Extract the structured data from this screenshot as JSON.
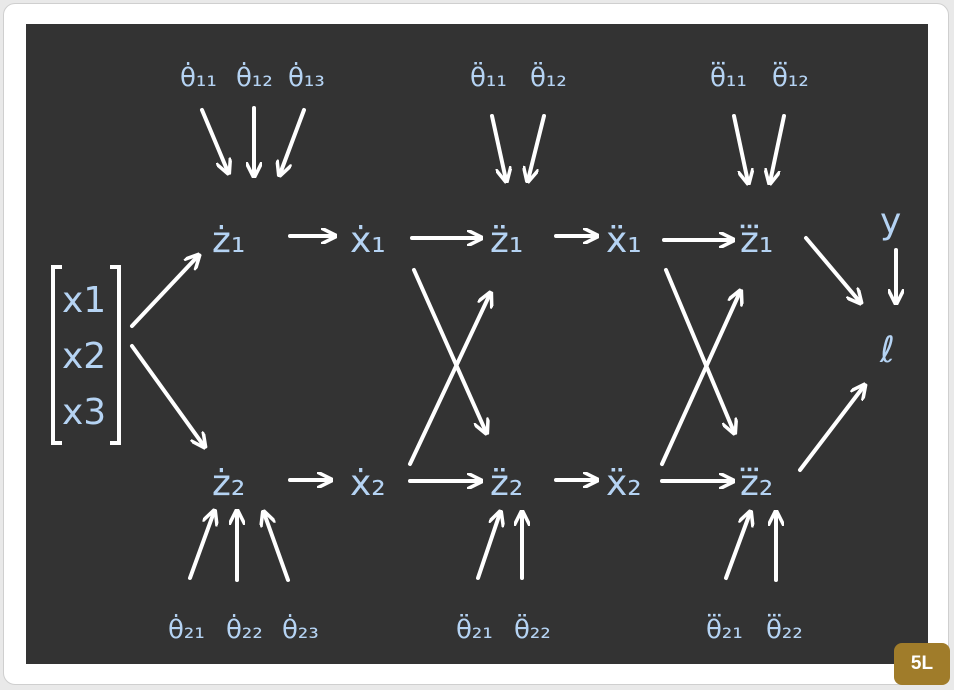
{
  "badge": "5L",
  "nodes": {
    "x1": "x1",
    "x2": "x2",
    "x3": "x3",
    "z1_d1": "ż₁",
    "z2_d1": "ż₂",
    "x1_d1": "ẋ₁",
    "x2_d1": "ẋ₂",
    "z1_d2": "z̈₁",
    "z2_d2": "z̈₂",
    "x1_d2": "ẍ₁",
    "x2_d2": "ẍ₂",
    "z1_d3": "z⃛₁",
    "z2_d3": "z⃛₂",
    "y": "y",
    "loss": "ℓ"
  },
  "thetas": {
    "d1_top": [
      "θ̇₁₁",
      "θ̇₁₂",
      "θ̇₁₃"
    ],
    "d1_bottom": [
      "θ̇₂₁",
      "θ̇₂₂",
      "θ̇₂₃"
    ],
    "d2_top": [
      "θ̈₁₁",
      "θ̈₁₂"
    ],
    "d2_bottom": [
      "θ̈₂₁",
      "θ̈₂₂"
    ],
    "d3_top": [
      "θ⃛₁₁",
      "θ⃛₁₂"
    ],
    "d3_bottom": [
      "θ⃛₂₁",
      "θ⃛₂₂"
    ]
  }
}
